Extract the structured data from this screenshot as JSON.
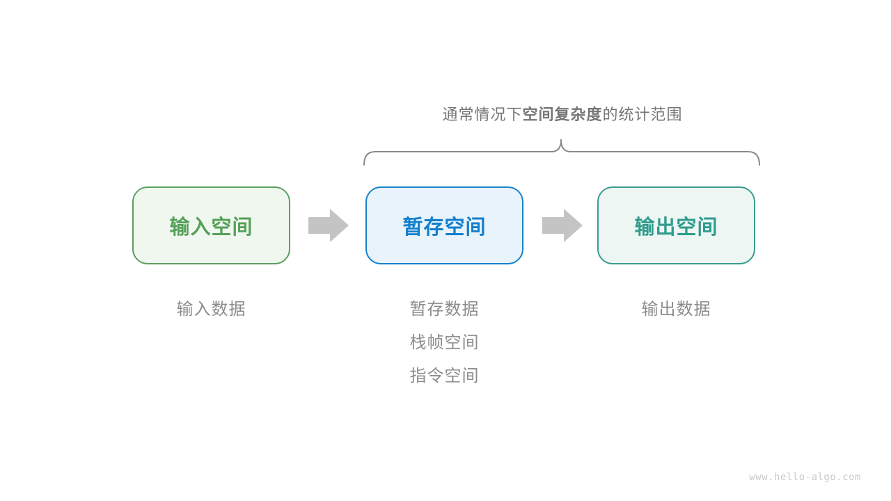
{
  "title": {
    "prefix": "通常情况下",
    "bold": "空间复杂度",
    "suffix": "的统计范围"
  },
  "boxes": [
    {
      "label": "输入空间",
      "border_color": "#5c9f60",
      "fill_color": "#f0f7ef",
      "text_color": "#55a059"
    },
    {
      "label": "暂存空间",
      "border_color": "#1780cc",
      "fill_color": "#e9f3fb",
      "text_color": "#117fcc"
    },
    {
      "label": "输出空间",
      "border_color": "#3a9a8e",
      "fill_color": "#edf6f3",
      "text_color": "#2e9c8c"
    }
  ],
  "notes": {
    "input": [
      "输入数据"
    ],
    "temp": [
      "暂存数据",
      "栈帧空间",
      "指令空间"
    ],
    "output": [
      "输出数据"
    ]
  },
  "watermark": "www.hello-algo.com",
  "colors": {
    "background": "#ffffff",
    "arrow": "#c4c4c4",
    "brace": "#8a8a8a",
    "note_text": "#8c8c8c",
    "title_text": "#757575",
    "watermark": "#c8c8c8"
  }
}
